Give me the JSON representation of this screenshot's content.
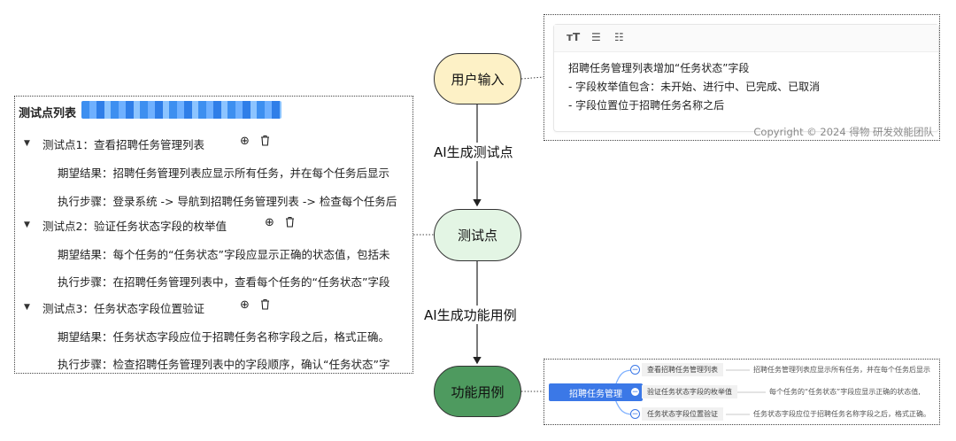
{
  "left_panel": {
    "title": "测试点列表",
    "points": [
      {
        "label": "测试点1：查看招聘任务管理列表",
        "expected": "期望结果：招聘任务管理列表应显示所有任务，并在每个任务后显示",
        "steps": "执行步骤：登录系统 -> 导航到招聘任务管理列表 -> 检查每个任务后"
      },
      {
        "label": "测试点2：验证任务状态字段的枚举值",
        "expected": "期望结果：每个任务的“任务状态”字段应显示正确的状态值，包括未",
        "steps": "执行步骤：在招聘任务管理列表中，查看每个任务的“任务状态”字段"
      },
      {
        "label": "测试点3：任务状态字段位置验证",
        "expected": "期望结果：任务状态字段应位于招聘任务名称字段之后，格式正确。",
        "steps": "执行步骤：检查招聘任务管理列表中的字段顺序，确认“任务状态”字"
      }
    ],
    "icons": {
      "expand": "caret-down-icon",
      "add": "plus-circle-icon",
      "delete": "trash-icon"
    }
  },
  "input_box": {
    "toolbar_icons": [
      "text-size-icon",
      "bullet-list-icon",
      "numbered-list-icon"
    ],
    "lines": [
      "招聘任务管理列表增加“任务状态”字段",
      " - 字段枚举值包含：未开始、进行中、已完成、已取消",
      " - 字段位置位于招聘任务名称之后"
    ],
    "copyright": "Copyright © 2024 得物 研发效能团队"
  },
  "flow": {
    "nodes": [
      {
        "label": "用户输入",
        "color": "#fdf1c6"
      },
      {
        "label": "测试点",
        "color": "#e3f5e4"
      },
      {
        "label": "功能用例",
        "color": "#4e9a5f"
      }
    ],
    "edges": [
      "AI生成测试点",
      "AI生成功能用例"
    ]
  },
  "mindmap": {
    "root": "招聘任务管理",
    "branches": [
      {
        "label": "查看招聘任务管理列表",
        "leaf": "招聘任务管理列表应显示所有任务，并在每个任务后显示"
      },
      {
        "label": "验证任务状态字段的枚举值",
        "leaf": "每个任务的“任务状态”字段应显示正确的状态值,"
      },
      {
        "label": "任务状态字段位置验证",
        "leaf": "任务状态字段应位于招聘任务名称字段之后，格式正确。"
      }
    ],
    "colors": {
      "root": "#3b78e7",
      "link": "#7fb1ff"
    }
  }
}
